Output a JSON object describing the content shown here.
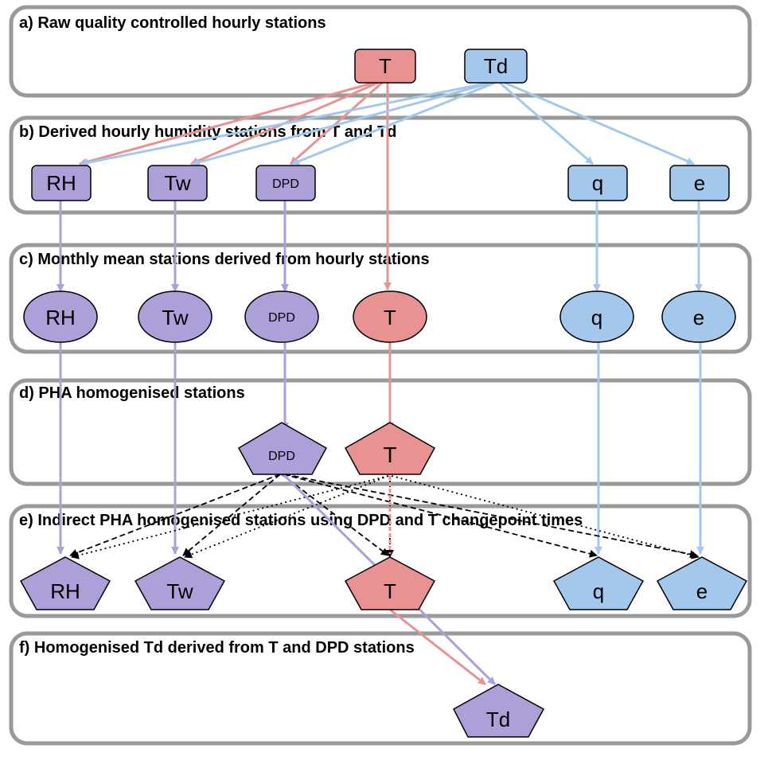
{
  "colors": {
    "red_fill": "#e89292",
    "red_line": "#e89292",
    "blue_fill": "#a4c8ec",
    "blue_line": "#a4c8ec",
    "purple_fill": "#ada0d8",
    "purple_line": "#ada0d8",
    "panel_border": "#999999"
  },
  "panels": {
    "a": {
      "title": "a) Raw quality controlled hourly stations"
    },
    "b": {
      "title": "b) Derived hourly humidity stations from T and Td"
    },
    "c": {
      "title": "c) Monthly mean stations derived from hourly stations"
    },
    "d": {
      "title": "d) PHA homogenised stations"
    },
    "e": {
      "title": "e) Indirect PHA homogenised stations using DPD and T changepoint times"
    },
    "f": {
      "title": "f) Homogenised Td derived from T and DPD stations"
    }
  },
  "nodes": {
    "a_T": "T",
    "a_Td": "Td",
    "b_RH": "RH",
    "b_Tw": "Tw",
    "b_DPD": "DPD",
    "b_q": "q",
    "b_e": "e",
    "c_RH": "RH",
    "c_Tw": "Tw",
    "c_DPD": "DPD",
    "c_T": "T",
    "c_q": "q",
    "c_e": "e",
    "d_DPD": "DPD",
    "d_T": "T",
    "e_RH": "RH",
    "e_Tw": "Tw",
    "e_T": "T",
    "e_q": "q",
    "e_e": "e",
    "f_Td": "Td"
  }
}
